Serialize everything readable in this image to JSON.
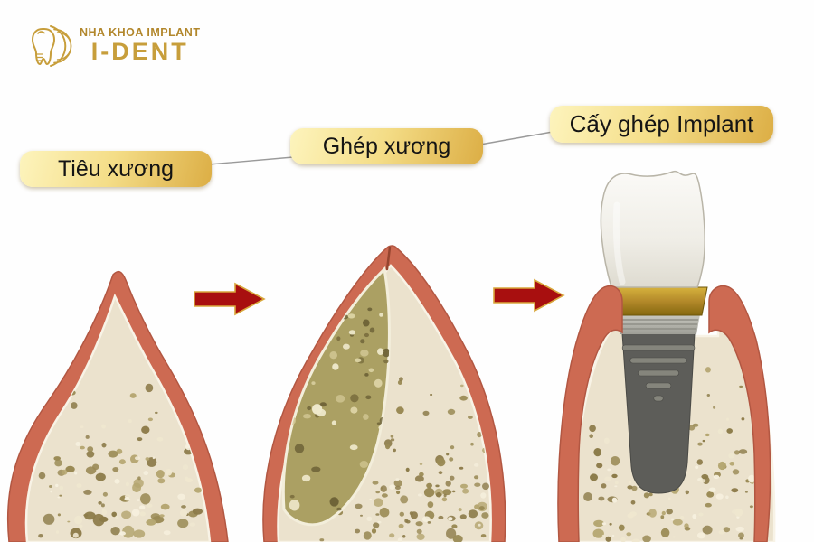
{
  "logo": {
    "line1": "NHA KHOA IMPLANT",
    "line2": "I-DENT",
    "icon": "tooth-with-arcs-icon"
  },
  "stages": [
    {
      "label": "Tiêu xương"
    },
    {
      "label": "Ghép xương"
    },
    {
      "label": "Cấy ghép Implant"
    }
  ],
  "icons": {
    "step_arrow": "red-right-arrow-icon"
  },
  "colors": {
    "logo_gold": "#b2872c",
    "logo_gold_bright": "#c79e3b",
    "label_text": "#141414",
    "label_gold_light": "#fdf4bd",
    "label_gold_dark": "#dcae45",
    "connector_gray": "#9a9a9a",
    "arrow_red": "#a80f0f",
    "arrow_outline": "#d8a73b",
    "gum": "#cd6a52",
    "gum_edge": "#b25742",
    "gum_dark_line": "#96452f",
    "bone": "#ebe2cd",
    "bone_line": "#f8f3e6",
    "bone_speckle_dark": "#8c7b49",
    "graft": "#aba063",
    "graft_dark": "#6f6438",
    "crown_white": "#f4f2ec",
    "abutment_gold": "#b3892a",
    "screw_gray": "#5d5d59",
    "thread_gray": "#85857c"
  }
}
